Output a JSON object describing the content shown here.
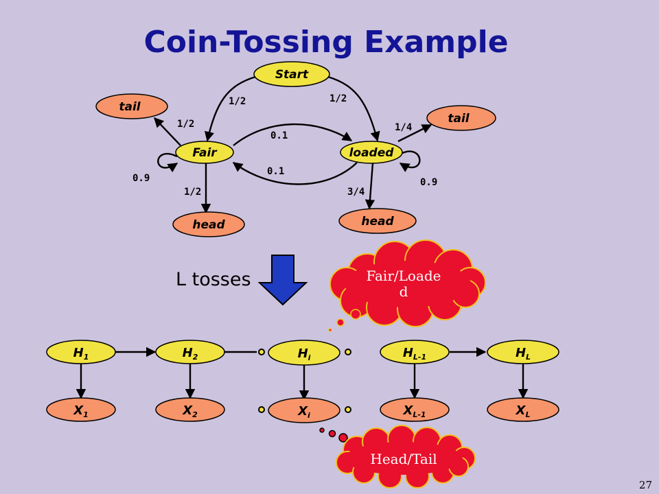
{
  "title": "Coin-Tossing Example",
  "colors": {
    "background": "#ccc4de",
    "title": "#141496",
    "state_node": "#f2e440",
    "emission_node": "#f7946a",
    "cloud": "#e8102c",
    "arrow_fill": "#1f3bc2"
  },
  "model": {
    "nodes": {
      "start": "Start",
      "fair": "Fair",
      "loaded": "loaded",
      "tail_left": "tail",
      "tail_right": "tail",
      "head_left": "head",
      "head_right": "head"
    },
    "edges": {
      "start_to_fair": "1/2",
      "start_to_loaded": "1/2",
      "fair_to_tail": "1/2",
      "loaded_to_tail": "1/4",
      "fair_to_loaded": "0.1",
      "loaded_to_fair": "0.1",
      "fair_self": "0.9",
      "loaded_self": "0.9",
      "fair_to_head": "1/2",
      "loaded_to_head": "3/4"
    }
  },
  "transition_label": "L tosses",
  "clouds": {
    "top": [
      "Fair/Loade",
      "d"
    ],
    "bottom": "Head/Tail"
  },
  "sequence": {
    "hidden": [
      {
        "base": "H",
        "sub": "1"
      },
      {
        "base": "H",
        "sub": "2"
      },
      {
        "base": "H",
        "sub": "i"
      },
      {
        "base": "H",
        "sub": "L-1"
      },
      {
        "base": "H",
        "sub": "L"
      }
    ],
    "observed": [
      {
        "base": "X",
        "sub": "1"
      },
      {
        "base": "X",
        "sub": "2"
      },
      {
        "base": "X",
        "sub": "i"
      },
      {
        "base": "X",
        "sub": "L-1"
      },
      {
        "base": "X",
        "sub": "L"
      }
    ]
  },
  "page_number": "27"
}
